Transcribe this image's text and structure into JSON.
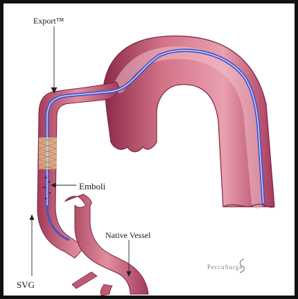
{
  "labels": {
    "export": "Export™",
    "emboli": "Emboli",
    "native_vessel": "Native Vessel",
    "svg": "SVG"
  },
  "logo": {
    "text": "PercuSurge"
  },
  "colors": {
    "frame": "#111111",
    "vessel_wall": "#b8455f",
    "vessel_wall_dark": "#7a2440",
    "vessel_lumen": "#e79aa9",
    "catheter": "#6c78d8",
    "catheter_highlight": "#c9d0ff",
    "filter_mesh": "#c9a34a",
    "leader_line": "#222222"
  }
}
